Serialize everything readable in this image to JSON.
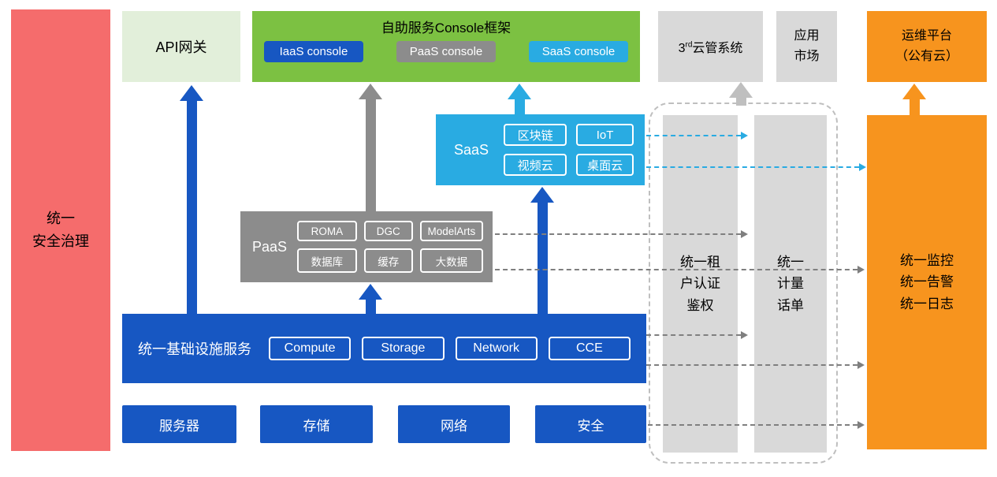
{
  "colors": {
    "red": "#F56C6C",
    "light_green": "#E2EFDA",
    "green": "#7CC142",
    "blue": "#1757C2",
    "gray": "#8C8C8C",
    "light_gray": "#D9D9D9",
    "cyan": "#29ABE2",
    "orange": "#F7941E",
    "dashed_line": "#7F7F7F"
  },
  "left_bar": {
    "label": "统一\n安全治理"
  },
  "top_row": {
    "api_gateway": {
      "label": "API网关"
    },
    "console": {
      "title": "自助服务Console框架",
      "buttons": [
        {
          "label": "IaaS console"
        },
        {
          "label": "PaaS console"
        },
        {
          "label": "SaaS console"
        }
      ]
    },
    "third_party_cloud": {
      "prefix": "3",
      "superscript": "rd",
      "suffix": "云管系统"
    },
    "app_market": {
      "label": "应用\n市场"
    },
    "ops_platform": {
      "label": "运维平台\n（公有云）"
    }
  },
  "saas": {
    "label": "SaaS",
    "chips": [
      "区块链",
      "IoT",
      "视频云",
      "桌面云"
    ]
  },
  "paas": {
    "label": "PaaS",
    "chips": [
      "ROMA",
      "DGC",
      "ModelArts",
      "数据库",
      "缓存",
      "大数据"
    ]
  },
  "infrastructure": {
    "label": "统一基础设施服务",
    "chips": [
      "Compute",
      "Storage",
      "Network",
      "CCE"
    ]
  },
  "bottom_row": [
    "服务器",
    "存储",
    "网络",
    "安全"
  ],
  "right_panel": {
    "auth_bar": "统一租\n户认证\n鉴权",
    "billing_bar": "统一\n计量\n话单",
    "monitor_bar": "统一监控\n统一告警\n统一日志"
  }
}
